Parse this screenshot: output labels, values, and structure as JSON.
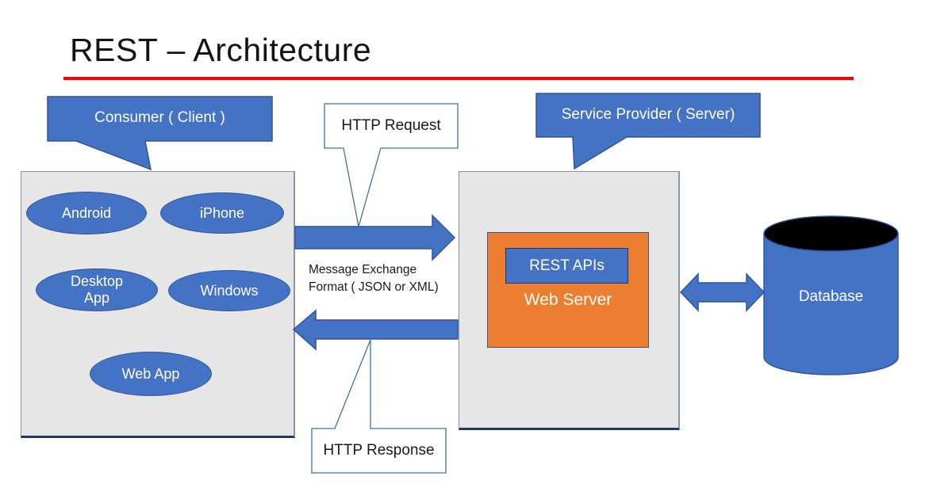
{
  "title": "REST – Architecture",
  "colors": {
    "blue": "#4472C4",
    "blue_dark": "#2F5597",
    "navy": "#203864",
    "orange": "#ED7D31",
    "gray": "#E7E6E6",
    "gray_border": "#8496B0",
    "gray_border_dark": "#203864",
    "cylinder_top": "#8FAADC",
    "callout_border": "#41719C",
    "red": "#FF0000"
  },
  "callouts": {
    "consumer": "Consumer ( Client )",
    "provider": "Service Provider ( Server)"
  },
  "flow": {
    "http_request": "HTTP Request",
    "http_response": "HTTP Response",
    "message_exchange_line1": "Message Exchange",
    "message_exchange_line2": "Format ( JSON or XML)"
  },
  "consumer_box": {
    "clients": [
      "Android",
      "iPhone",
      "Desktop App",
      "Windows",
      "Web App"
    ]
  },
  "server_box": {
    "rest_apis": "REST APIs",
    "web_server": "Web Server"
  },
  "database": {
    "label": "Database"
  }
}
